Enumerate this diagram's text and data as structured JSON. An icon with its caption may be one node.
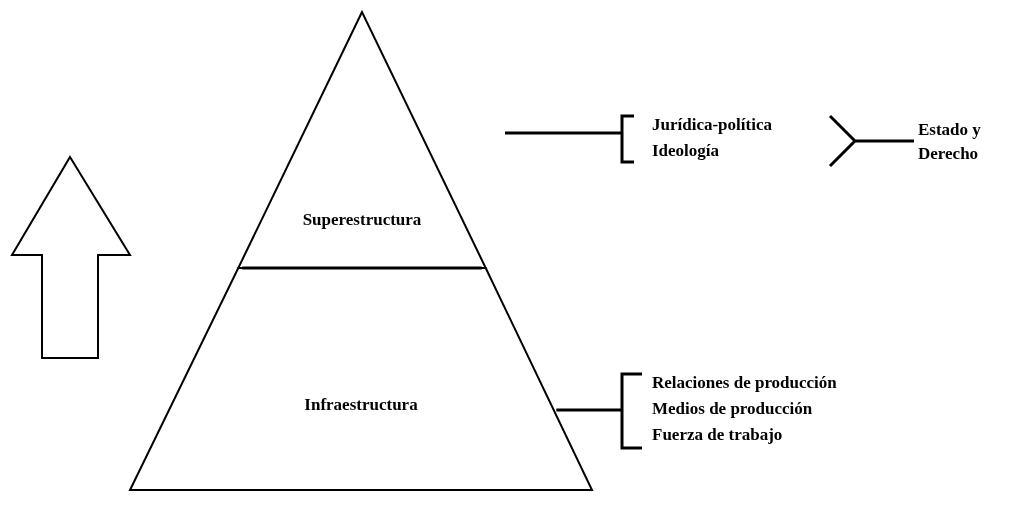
{
  "diagram": {
    "nodes": [
      {
        "text": [
          "Superestructura"
        ]
      },
      {
        "text": [
          "Infraestructura"
        ]
      },
      {
        "text": [
          "Jurídica-política",
          "Ideología"
        ]
      },
      {
        "text": [
          "Estado y Derecho"
        ]
      },
      {
        "text": [
          "Relaciones de producción",
          "Medios de producción",
          "Fuerza de trabajo"
        ]
      }
    ],
    "edges": [
      {
        "from": null,
        "to": 2,
        "arrow": "none"
      },
      {
        "from": 2,
        "to": 3,
        "arrow": "none"
      },
      {
        "from": 1,
        "to": 4,
        "arrow": "none"
      }
    ]
  }
}
